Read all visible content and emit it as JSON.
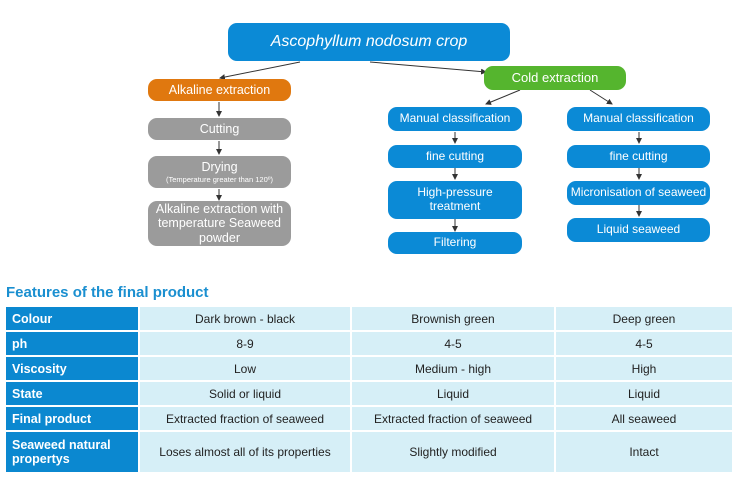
{
  "diagram": {
    "root": "Ascophyllum nodosum crop",
    "alkaline": {
      "title": "Alkaline extraction",
      "steps": [
        "Cutting",
        "Drying",
        "Alkaline extraction with temperature Seaweed powder"
      ],
      "drying_note": "(Temperature greater than 120º)"
    },
    "cold": {
      "title": "Cold extraction",
      "branch_a": [
        "Manual classification",
        "fine cutting",
        "High-pressure treatment",
        "Filtering"
      ],
      "branch_b": [
        "Manual classification",
        "fine cutting",
        "Micronisation of seaweed",
        "Liquid seaweed"
      ]
    },
    "colors": {
      "blue": "#0b8ad6",
      "orange": "#e0780f",
      "green": "#55b52e",
      "grey": "#9b9b9b",
      "table_header": "#0b88d0",
      "table_cell": "#d6eff7"
    }
  },
  "features": {
    "title": "Features of the final product",
    "rows": [
      {
        "label": "Colour",
        "values": [
          "Dark brown - black",
          "Brownish green",
          "Deep green"
        ]
      },
      {
        "label": "ph",
        "values": [
          "8-9",
          "4-5",
          "4-5"
        ]
      },
      {
        "label": "Viscosity",
        "values": [
          "Low",
          "Medium - high",
          "High"
        ]
      },
      {
        "label": "State",
        "values": [
          "Solid or liquid",
          "Liquid",
          "Liquid"
        ]
      },
      {
        "label": "Final product",
        "values": [
          "Extracted fraction of seaweed",
          "Extracted fraction of seaweed",
          "All seaweed"
        ]
      },
      {
        "label": "Seaweed natural propertys",
        "values": [
          "Loses almost all of its properties",
          "Slightly modified",
          "Intact"
        ]
      }
    ]
  }
}
